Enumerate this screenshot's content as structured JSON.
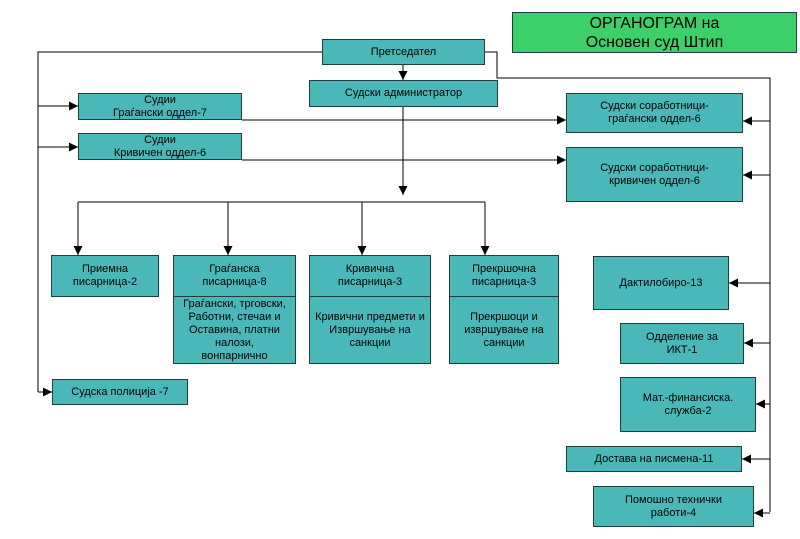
{
  "title": "ОРГАНОГРАМ на\nОсновен суд Штип",
  "president": "Претседател",
  "administrator": "Судски администратор",
  "judges_civil": "Судии\nГраѓански оддел-7",
  "judges_criminal": "Судии\nКривичен оддел-6",
  "associates_civil": "Судски соработници-\nграѓански оддел-6",
  "associates_criminal": "Судски соработници-\nкривичен оддел-6",
  "registry_reception": "Приемна\nписарница-2",
  "registry_civil": {
    "header": "Граѓанска\nписарница-8",
    "body": "Граѓански, трговски,\nРаботни, стечаи и\nОставина, платни\nналози,\nвонпарнично"
  },
  "registry_criminal": {
    "header": "Кривична\nписарница-3",
    "body": "Кривични предмети и\nИзвршување на\nсанкции"
  },
  "registry_misdemeanor": {
    "header": "Прекршочна\nписарница-3",
    "body": "Прекршоци и\nизвршување на\nсанкции"
  },
  "court_police": "Судска полиција -7",
  "typing_office": "Дактилобиро-13",
  "ict_department": "Одделение за\nИКТ-1",
  "finance_service": "Мат.-финансиска.\nслужба-2",
  "delivery": "Достава на писмена-11",
  "support_staff": "Помошно технички\nработи-4",
  "colors": {
    "node_fill": "#4ab8b8",
    "title_fill": "#3ccf6a",
    "line": "#000000"
  }
}
